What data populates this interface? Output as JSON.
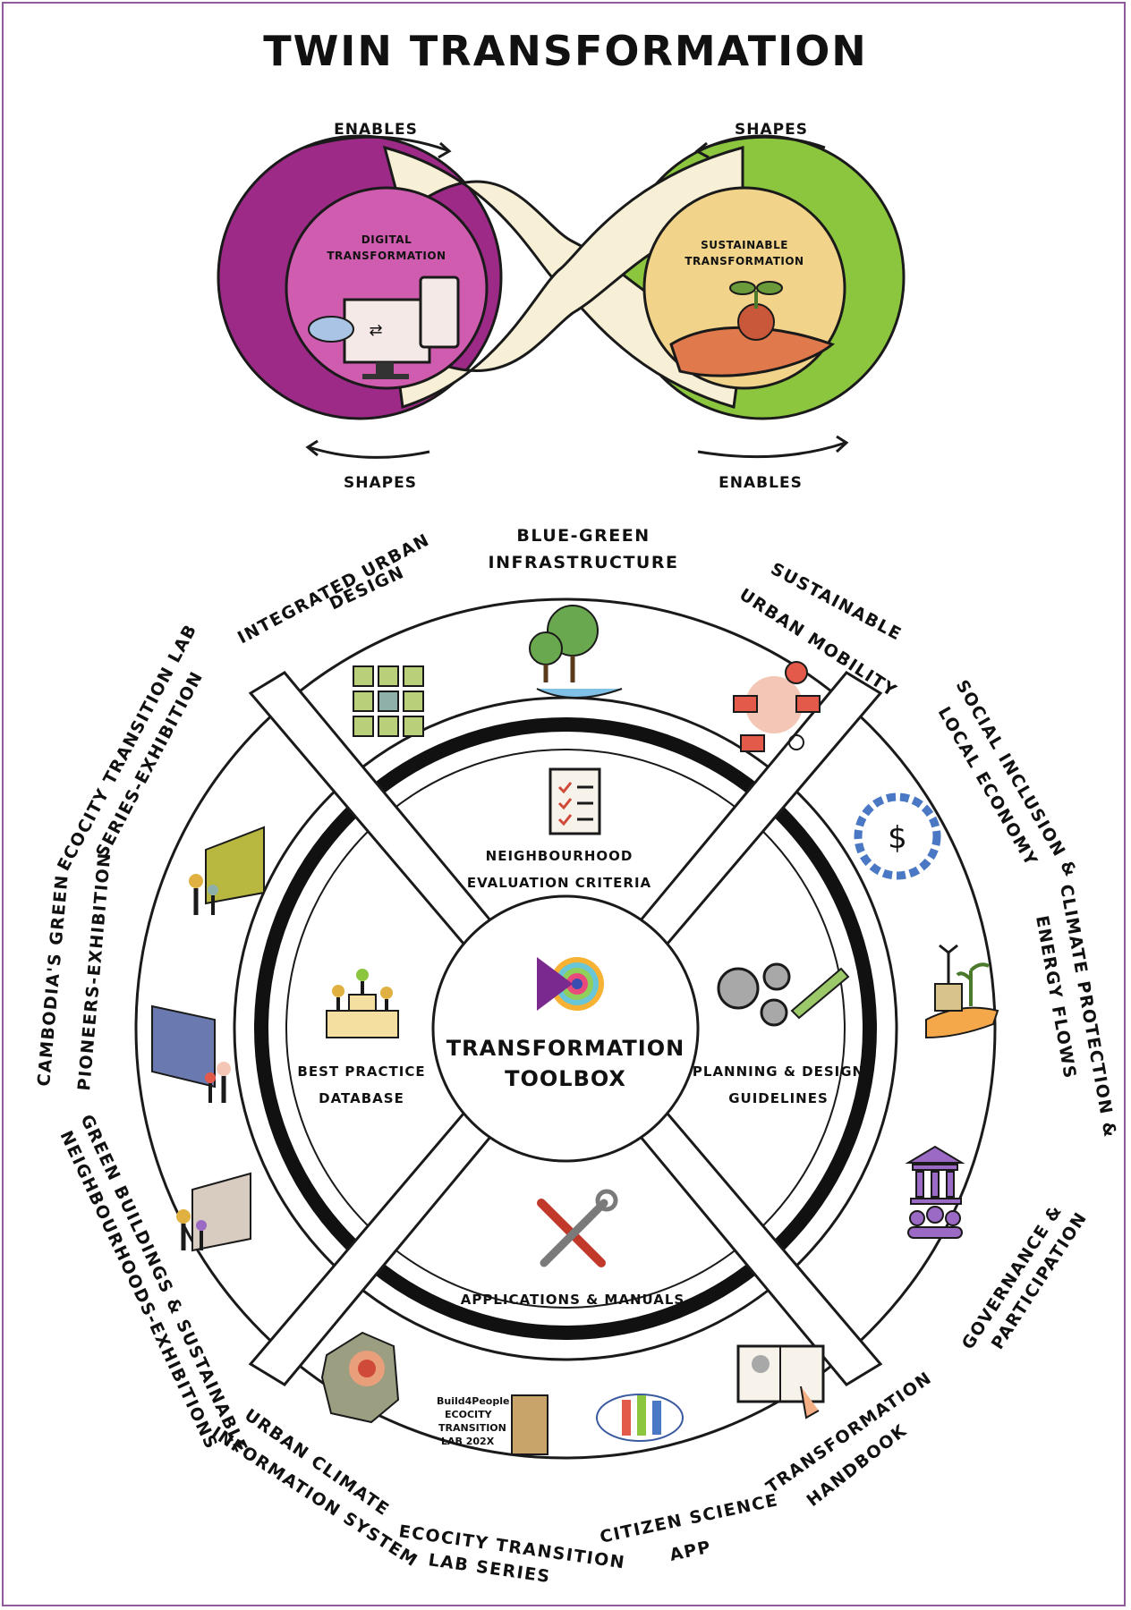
{
  "title": "TWIN TRANSFORMATION",
  "infinity": {
    "top_left_arrow": "ENABLES",
    "top_right_arrow": "SHAPES",
    "bottom_left_arrow": "SHAPES",
    "bottom_right_arrow": "ENABLES",
    "digital_line1": "DIGITAL",
    "digital_line2": "TRANSFORMATION",
    "sustainable_line1": "SUSTAINABLE",
    "sustainable_line2": "TRANSFORMATION"
  },
  "outer_ring": {
    "blue_green_1": "BLUE-GREEN",
    "blue_green_2": "INFRASTRUCTURE",
    "integrated_1": "INTEGRATED URBAN",
    "integrated_2": "DESIGN",
    "mobility_1": "SUSTAINABLE",
    "mobility_2": "URBAN MOBILITY",
    "social_1": "SOCIAL INCLUSION &",
    "social_2": "LOCAL ECONOMY",
    "climate_1": "CLIMATE PROTECTION &",
    "climate_2": "ENERGY FLOWS",
    "governance_1": "GOVERNANCE &",
    "governance_2": "PARTICIPATION",
    "ecocity_ex_1": "ECOCITY TRANSITION LAB",
    "ecocity_ex_2": "SERIES-EXHIBITION",
    "cambodia_1": "CAMBODIA'S GREEN",
    "cambodia_2": "PIONEERS-EXHIBITION",
    "green_bld_1": "GREEN BUILDINGS & SUSTAINABLE",
    "green_bld_2": "NEIGHBOURHOODS-EXHIBITIONS",
    "uc_info_1": "URBAN CLIMATE",
    "uc_info_2": "INFORMATION SYSTEM",
    "ecocity_lab_1": "ECOCITY TRANSITION",
    "ecocity_lab_2": "LAB SERIES",
    "citizen_1": "CITIZEN SCIENCE",
    "citizen_2": "APP",
    "handbook_1": "TRANSFORMATION",
    "handbook_2": "HANDBOOK"
  },
  "inner_ring": {
    "neighbourhood_1": "NEIGHBOURHOOD",
    "neighbourhood_2": "EVALUATION CRITERIA",
    "best_practice_1": "BEST PRACTICE",
    "best_practice_2": "DATABASE",
    "planning_1": "PLANNING & DESIGN",
    "planning_2": "GUIDELINES",
    "applications": "APPLICATIONS & MANUALS"
  },
  "center": {
    "line1": "TRANSFORMATION",
    "line2": "TOOLBOX"
  },
  "logo": {
    "brand": "Build4People",
    "line1": "ECOCITY",
    "line2": "TRANSITION",
    "line3": "LAB 202X"
  },
  "icons": {
    "dollar": "$"
  },
  "colors": {
    "digital": "#9c2a86",
    "digital_light": "#d05cb0",
    "sustainable": "#8cc63f",
    "sustainable_light": "#f1d48a",
    "band": "#f7efd6",
    "frame": "#8e5a9a"
  }
}
